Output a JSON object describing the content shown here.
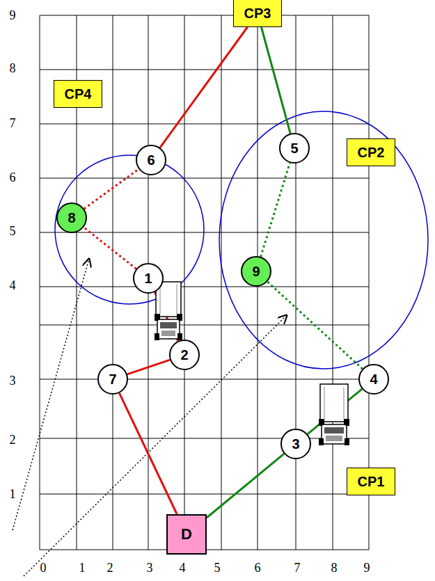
{
  "diagram": {
    "nodes": [
      {
        "text": [
          "CP3"
        ]
      },
      {
        "text": [
          "CP4"
        ]
      },
      {
        "text": [
          "6"
        ]
      },
      {
        "text": [
          "5"
        ]
      },
      {
        "text": [
          "CP2"
        ]
      },
      {
        "text": [
          "8"
        ]
      },
      {
        "text": [
          "1"
        ]
      },
      {
        "text": [
          "9"
        ]
      },
      {
        "text": [
          "2"
        ]
      },
      {
        "text": [
          "7"
        ]
      },
      {
        "text": [
          "4"
        ]
      },
      {
        "text": [
          "3"
        ]
      },
      {
        "text": [
          "CP1"
        ]
      },
      {
        "text": [
          "D"
        ]
      }
    ],
    "edges": [
      {
        "from": 13,
        "to": 9,
        "arrow": "none"
      },
      {
        "from": 9,
        "to": 8,
        "arrow": "none"
      },
      {
        "from": 8,
        "to": 6,
        "arrow": "none"
      },
      {
        "from": 6,
        "to": 5,
        "arrow": "none"
      },
      {
        "from": 5,
        "to": 2,
        "arrow": "none"
      },
      {
        "from": 2,
        "to": 0,
        "arrow": "none"
      },
      {
        "from": 13,
        "to": 11,
        "arrow": "none"
      },
      {
        "from": 11,
        "to": 10,
        "arrow": "none"
      },
      {
        "from": 10,
        "to": 7,
        "arrow": "none"
      },
      {
        "from": 7,
        "to": 3,
        "arrow": "none"
      },
      {
        "from": 3,
        "to": 0,
        "arrow": "none"
      }
    ],
    "labels": [
      "9",
      "8",
      "7",
      "6",
      "5",
      "4",
      "3",
      "2",
      "1",
      "0",
      "1",
      "2",
      "3",
      "4",
      "5",
      "6",
      "7",
      "8",
      "9"
    ]
  }
}
